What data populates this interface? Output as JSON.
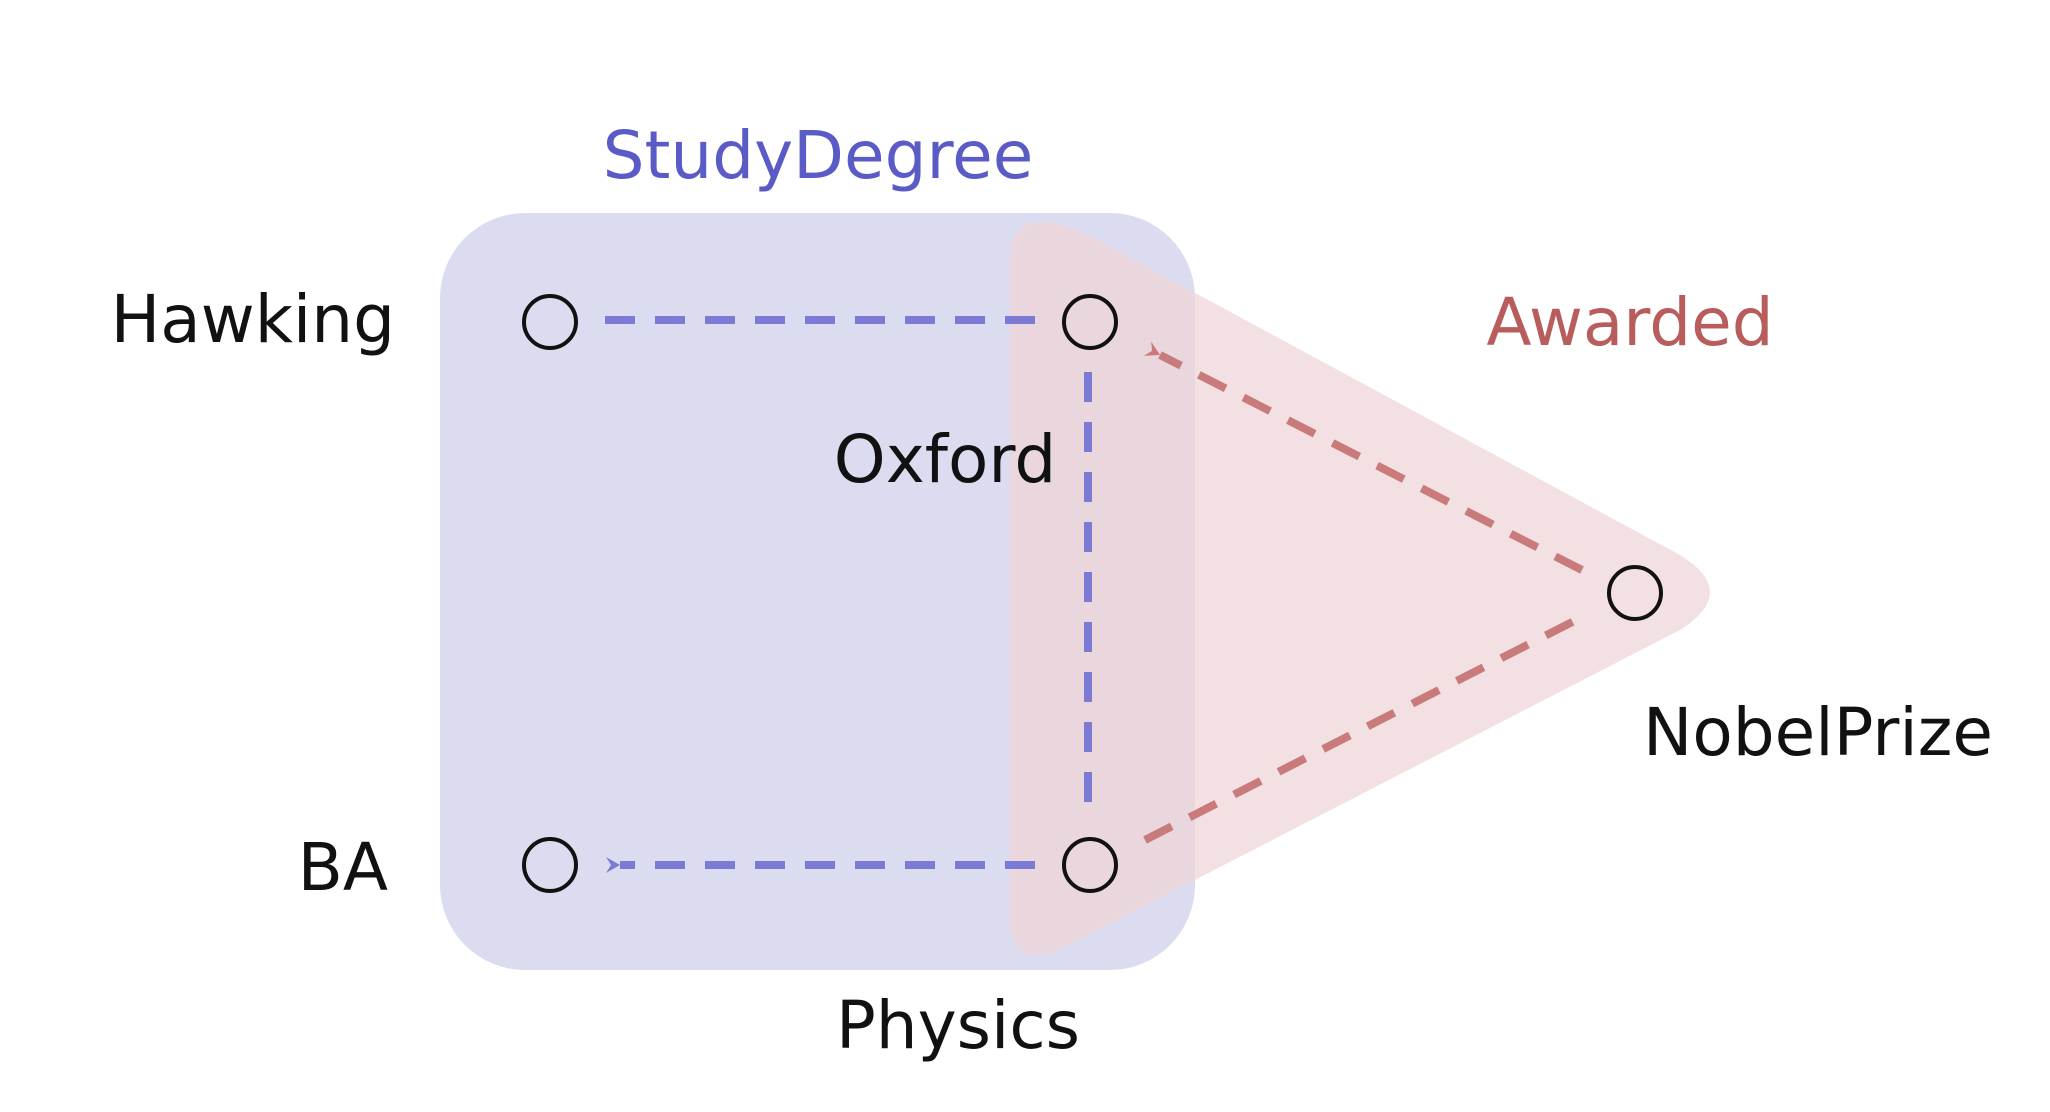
{
  "colors": {
    "study_degree": "#5b5bc8",
    "study_degree_fill": "#dcdcf0",
    "awarded": "#b85c5c",
    "awarded_fill": "#efd6d8",
    "awarded_edge": "#c97a7a",
    "study_edge": "#7b7bd6",
    "node_stroke": "#111111",
    "text": "#111111"
  },
  "hyperedges": [
    {
      "id": "study_degree",
      "label": "StudyDegree"
    },
    {
      "id": "awarded",
      "label": "Awarded"
    }
  ],
  "nodes": [
    {
      "id": "hawking",
      "label": "Hawking"
    },
    {
      "id": "oxford",
      "label": "Oxford"
    },
    {
      "id": "ba",
      "label": "BA"
    },
    {
      "id": "physics",
      "label": "Physics"
    },
    {
      "id": "nobel_prize",
      "label": "NobelPrize"
    }
  ],
  "edges": [
    {
      "from": "hawking",
      "to": "oxford",
      "hyperedge": "study_degree",
      "arrow": false
    },
    {
      "from": "oxford",
      "to": "physics",
      "hyperedge": "study_degree",
      "arrow": false
    },
    {
      "from": "physics",
      "to": "ba",
      "hyperedge": "study_degree",
      "arrow": true
    },
    {
      "from": "nobel_prize",
      "to": "oxford",
      "hyperedge": "awarded",
      "arrow": true
    },
    {
      "from": "physics",
      "to": "nobel_prize",
      "hyperedge": "awarded",
      "arrow": false
    }
  ]
}
